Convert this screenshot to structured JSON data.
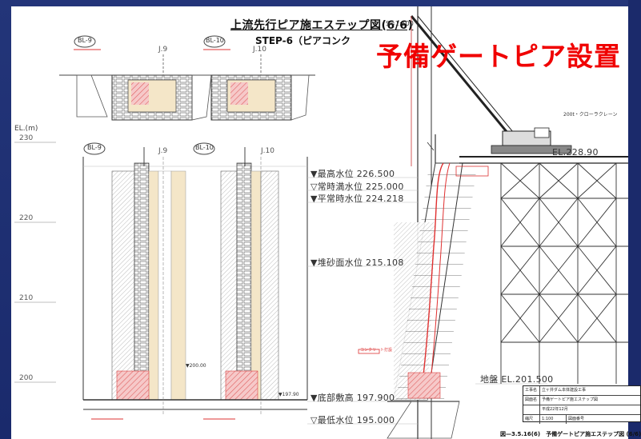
{
  "title": {
    "main": "上流先行ピア施エステップ図(6/6)",
    "scale": "S=1:100",
    "step": "STEP-6（ピアコンク",
    "overlay": "予備ゲートピア設置"
  },
  "axis": {
    "unit_label": "EL.(m)",
    "ticks": [
      "230",
      "220",
      "210",
      "200"
    ]
  },
  "grid_labels": {
    "bl9_top": "BL-9",
    "bl10_top": "BL-10",
    "j9_top": "J.9",
    "j10_top": "J.10",
    "bl9": "BL-9",
    "bl10": "BL-10",
    "j9": "J.9",
    "j10": "J.10"
  },
  "water_levels": [
    {
      "label": "▼最高水位 226.500"
    },
    {
      "label": "▽常時満水位 225.000"
    },
    {
      "label": "▼平常時水位 224.218"
    },
    {
      "label": "▼堆砂面水位 215.108"
    },
    {
      "label": "▼底部敷高 197.900"
    },
    {
      "label": "▽最低水位 195.000"
    }
  ],
  "elevations": {
    "crane_el": "EL.228.90",
    "ground_el": "地盤 EL.201.500"
  },
  "annotations": {
    "crane_note": "200t・クローラクレーン",
    "pump_note": "コンクリート打設",
    "el_small_1": "▼200.00",
    "el_small_2": "▼197.90"
  },
  "title_block": {
    "rows": [
      [
        "工事名",
        "立ヶ井ダム本体建設工事"
      ],
      [
        "図面名",
        "予備ゲートピア施エステップ図"
      ],
      [
        "",
        "平成22年12月"
      ],
      [
        "縮尺",
        "1:100",
        "図面番号"
      ]
    ]
  },
  "caption": "図—3.5.16(6)　予備ゲートピア施エステップ図 (6/6)",
  "colors": {
    "background": "#1b2a6b",
    "overlay_red": "#f00000",
    "hatch_red": "#e87b7b",
    "concrete_beige": "#f4e6c8"
  }
}
